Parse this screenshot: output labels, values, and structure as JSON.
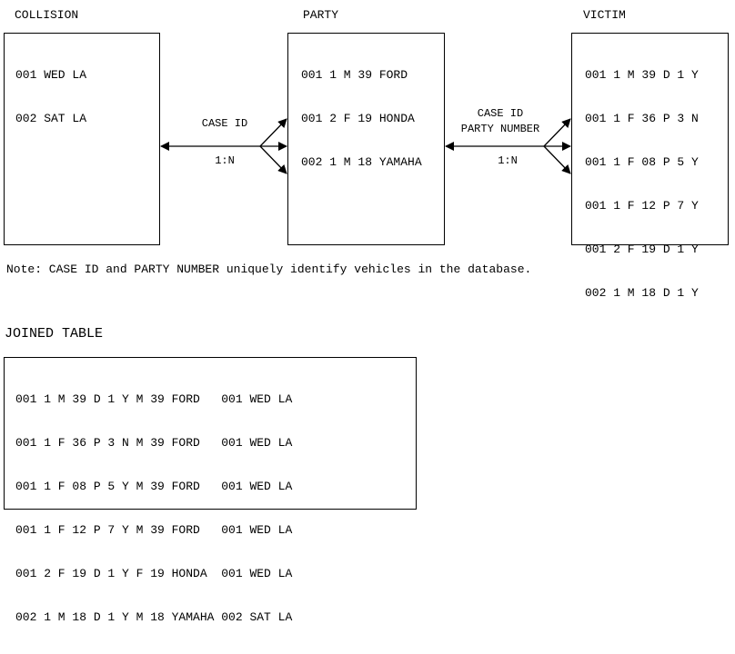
{
  "collision": {
    "title": "COLLISION",
    "rows": [
      "001 WED LA",
      "002 SAT LA"
    ]
  },
  "party": {
    "title": "PARTY",
    "rows": [
      "001 1 M 39 FORD",
      "001 2 F 19 HONDA",
      "002 1 M 18 YAMAHA"
    ]
  },
  "victim": {
    "title": "VICTIM",
    "rows": [
      "001 1 M 39 D 1 Y",
      "001 1 F 36 P 3 N",
      "001 1 F 08 P 5 Y",
      "001 1 F 12 P 7 Y",
      "001 2 F 19 D 1 Y",
      "002 1 M 18 D 1 Y"
    ]
  },
  "relation_collision_party": {
    "key": "CASE ID",
    "cardinality": "1:N"
  },
  "relation_party_victim": {
    "key_line1": "CASE ID",
    "key_line2": "PARTY NUMBER",
    "cardinality": "1:N"
  },
  "note": "Note: CASE ID and PARTY NUMBER uniquely identify vehicles in the database.",
  "joined": {
    "title": "JOINED TABLE",
    "rows": [
      "001 1 M 39 D 1 Y M 39 FORD   001 WED LA",
      "001 1 F 36 P 3 N M 39 FORD   001 WED LA",
      "001 1 F 08 P 5 Y M 39 FORD   001 WED LA",
      "001 1 F 12 P 7 Y M 39 FORD   001 WED LA",
      "001 2 F 19 D 1 Y F 19 HONDA  001 WED LA",
      "002 1 M 18 D 1 Y M 18 YAMAHA 002 SAT LA"
    ]
  }
}
